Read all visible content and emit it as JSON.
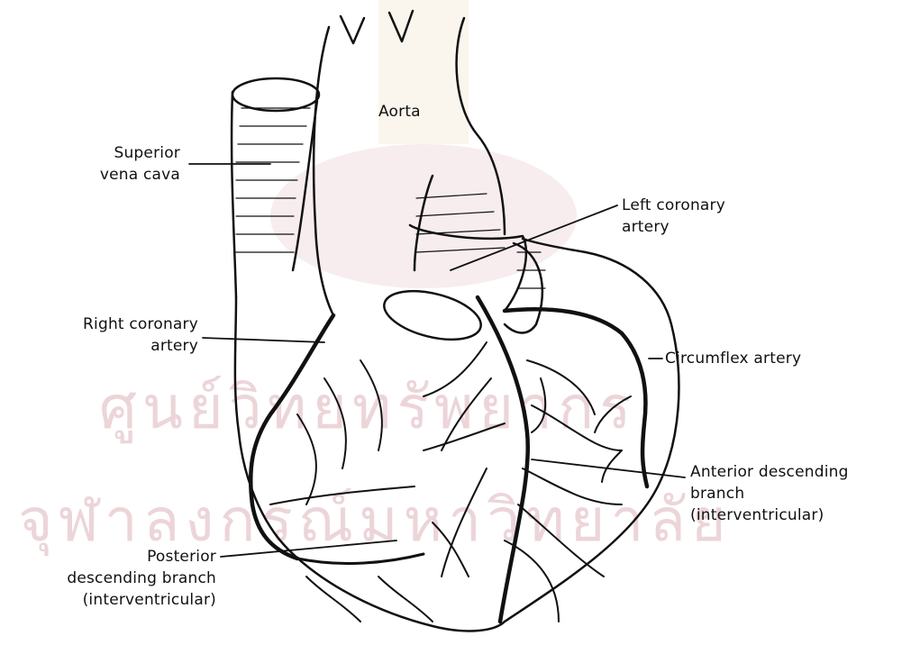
{
  "watermark": {
    "line1": "ศูนย์วิทยทรัพยากร",
    "line2": "จุฬาลงกรณ์มหาวิทยาลัย"
  },
  "labels": {
    "aorta": "Aorta",
    "superior_vena_cava": [
      "Superior",
      "vena cava"
    ],
    "left_coronary_artery": [
      "Left coronary",
      "artery"
    ],
    "right_coronary_artery": [
      "Right coronary",
      "artery"
    ],
    "circumflex_artery": "Circumflex artery",
    "anterior_descending_branch": [
      "Anterior descending",
      "branch",
      "(interventricular)"
    ],
    "posterior_descending_branch": [
      "Posterior",
      "descending branch",
      "(interventricular)"
    ]
  }
}
